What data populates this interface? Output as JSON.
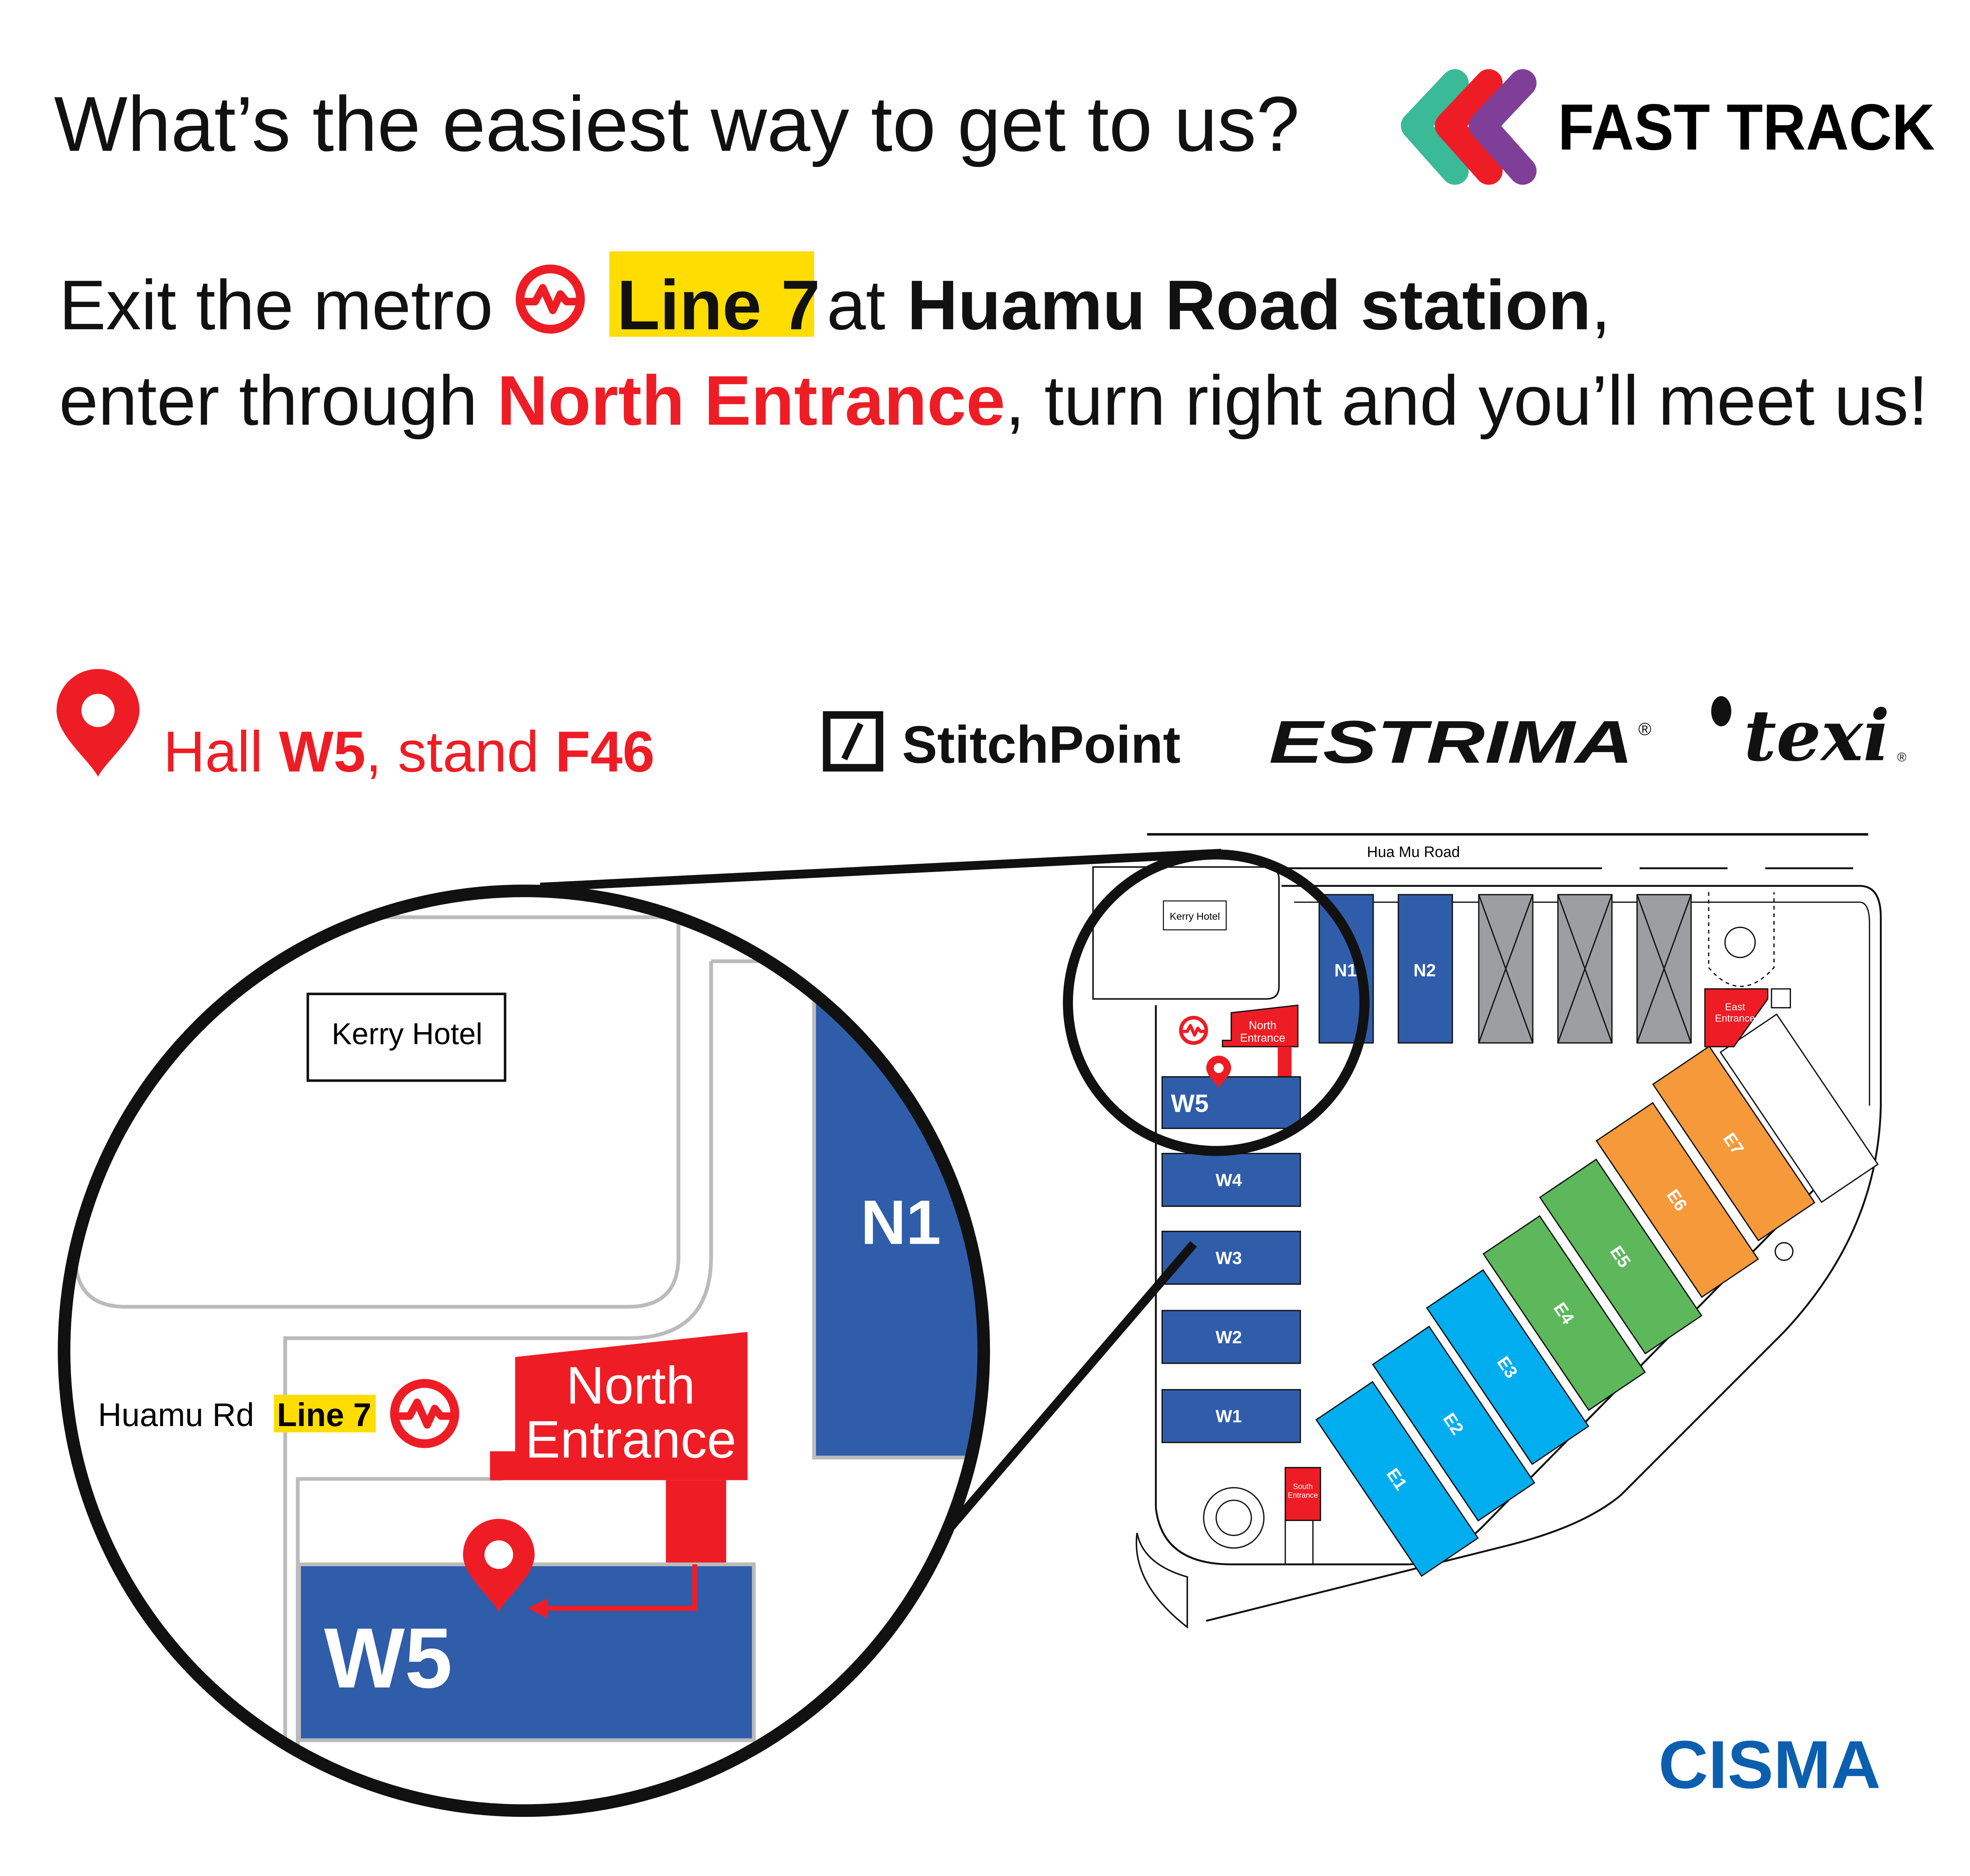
{
  "header": {
    "title": "What’s the easiest way to get to us?",
    "brand": "FAST TRACK",
    "brand_colors": [
      "#3bba98",
      "#ee1d25",
      "#7f3f98"
    ]
  },
  "directions": {
    "line1_pre": "Exit the metro ",
    "line_badge": "Line 7",
    "line1_mid": " at ",
    "station": "Huamu Road station",
    "line1_end": ",",
    "line2_pre": "enter through ",
    "entrance": "North Entrance",
    "line2_end": ", turn right and you’ll meet us!"
  },
  "location": {
    "pre": "Hall ",
    "hall": "W5",
    "mid": ", stand ",
    "stand": "F46"
  },
  "partners": [
    {
      "name": "StitchPoint"
    },
    {
      "name": "ESTRIMA",
      "mark": "®"
    },
    {
      "name": "texi",
      "mark": "®"
    }
  ],
  "map": {
    "road": "Hua Mu Road",
    "hotel": "Kerry Hotel",
    "north_entrance": [
      "North",
      "Entrance"
    ],
    "east_entrance": [
      "East",
      "Entrance"
    ],
    "south_entrance": [
      "South",
      "Entrance"
    ],
    "north_halls": [
      "N1",
      "N2"
    ],
    "west_halls": [
      "W5",
      "W4",
      "W3",
      "W2",
      "W1"
    ],
    "east_halls": [
      "E1",
      "E2",
      "E3",
      "E4",
      "E5",
      "E6",
      "E7"
    ],
    "colors": {
      "blue": "#2f5daa",
      "gray": "#9d9ea2",
      "red": "#ee1d25",
      "orange": "#f6993a",
      "green": "#5cb85a",
      "cyan": "#00aeef",
      "yellow": "#ffdd00"
    }
  },
  "zoom_view": {
    "station": "Huamu Rd",
    "line": "Line 7",
    "hotel": "Kerry Hotel",
    "hall_n": "N1",
    "hall_w": "W5",
    "entrance": [
      "North",
      "Entrance"
    ]
  },
  "footer": {
    "logo": "CISMA"
  }
}
